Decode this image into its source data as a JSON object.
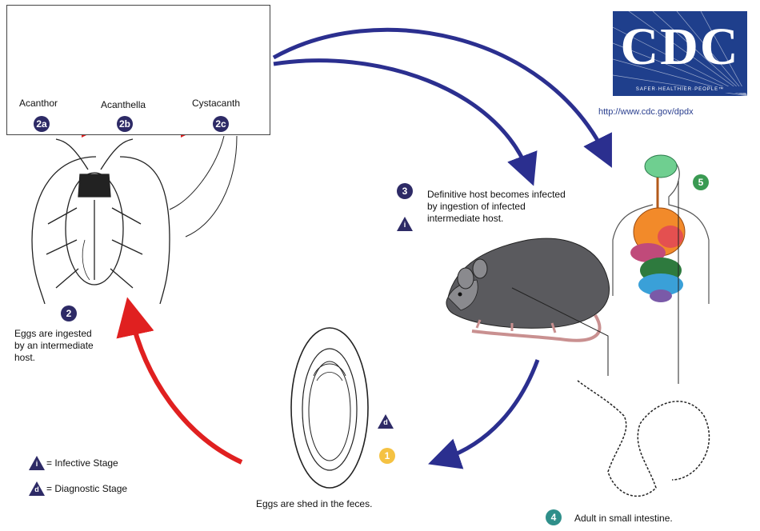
{
  "stages": {
    "acanthor_label": "Acanthor",
    "acanthella_label": "Acanthella",
    "cystacanth_label": "Cystacanth",
    "badge_2a": "2a",
    "badge_2b": "2b",
    "badge_2c": "2c"
  },
  "logo": {
    "text": "CDC",
    "tagline": "SAFER·HEALTHIER·PEOPLE™",
    "url": "http://www.cdc.gov/dpdx"
  },
  "step2": {
    "badge": "2",
    "text_line1": "Eggs are ingested",
    "text_line2": "by an intermediate",
    "text_line3": "host."
  },
  "step3": {
    "badge": "3",
    "text_line1": "Definitive host becomes infected",
    "text_line2": "by ingestion of infected",
    "text_line3": "intermediate host.",
    "tri": "i"
  },
  "step4": {
    "badge": "4",
    "text": "Adult in small intestine."
  },
  "step5": {
    "badge": "5"
  },
  "step1": {
    "badge": "1",
    "tri": "d",
    "text": "Eggs are shed in the feces."
  },
  "legend": {
    "infective_symbol": "i",
    "infective_text": "= Infective Stage",
    "diagnostic_symbol": "d",
    "diagnostic_text": "= Diagnostic Stage"
  },
  "colors": {
    "navy": "#2d2a66",
    "arrow_blue": "#2b2f8f",
    "arrow_red": "#e02020",
    "cdc_blue": "#1f3f8c",
    "green": "#3a9a52",
    "teal": "#2f8f8a",
    "yellow": "#f5c242"
  }
}
